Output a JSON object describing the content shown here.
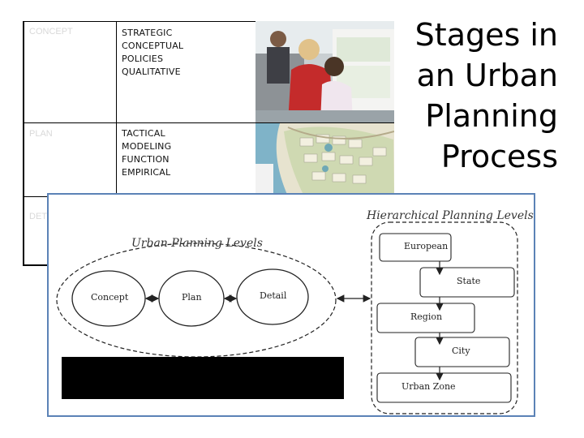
{
  "title": {
    "lines": [
      "Stages in",
      "an Urban",
      "Planning",
      "Process"
    ]
  },
  "table": {
    "rows": [
      {
        "stage": "CONCEPT",
        "descriptors": [
          "STRATEGIC",
          "CONCEPTUAL",
          "POLICIES",
          "QUALITATIVE"
        ]
      },
      {
        "stage": "PLAN",
        "descriptors": [
          "TACTICAL",
          "MODELING",
          "FUNCTION",
          "EMPIRICAL"
        ]
      },
      {
        "stage": "DET"
      }
    ]
  },
  "left_diagram": {
    "title": "Urban Planning Levels",
    "nodes": [
      "Concept",
      "Plan",
      "Detail"
    ]
  },
  "right_diagram": {
    "title": "Hierarchical Planning Levels",
    "levels": [
      "European",
      "State",
      "Region",
      "City",
      "Urban Zone"
    ]
  },
  "colors": {
    "panel_border": "#5b82b6"
  },
  "icons": [
    "photo-workshop",
    "site-plan-map"
  ]
}
